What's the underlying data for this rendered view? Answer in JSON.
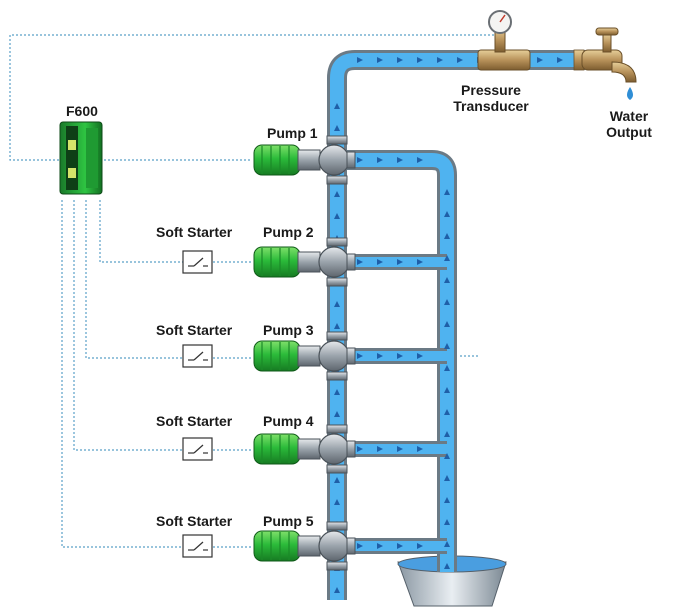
{
  "drive": {
    "label": "F600"
  },
  "pumps": [
    {
      "label": "Pump 1",
      "starter": ""
    },
    {
      "label": "Pump 2",
      "starter": "Soft Starter"
    },
    {
      "label": "Pump 3",
      "starter": "Soft Starter"
    },
    {
      "label": "Pump 4",
      "starter": "Soft Starter"
    },
    {
      "label": "Pump 5",
      "starter": "Soft Starter"
    }
  ],
  "transducer": {
    "line1": "Pressure",
    "line2": "Transducer"
  },
  "output": {
    "line1": "Water",
    "line2": "Output"
  },
  "colors": {
    "water": "#4fb3f0",
    "pipe_edge": "#6b7a85",
    "arrow": "#1f5fa8",
    "motor": "#2bbb3a",
    "signal": "#5aa0c8",
    "brass": "#b8925a"
  }
}
